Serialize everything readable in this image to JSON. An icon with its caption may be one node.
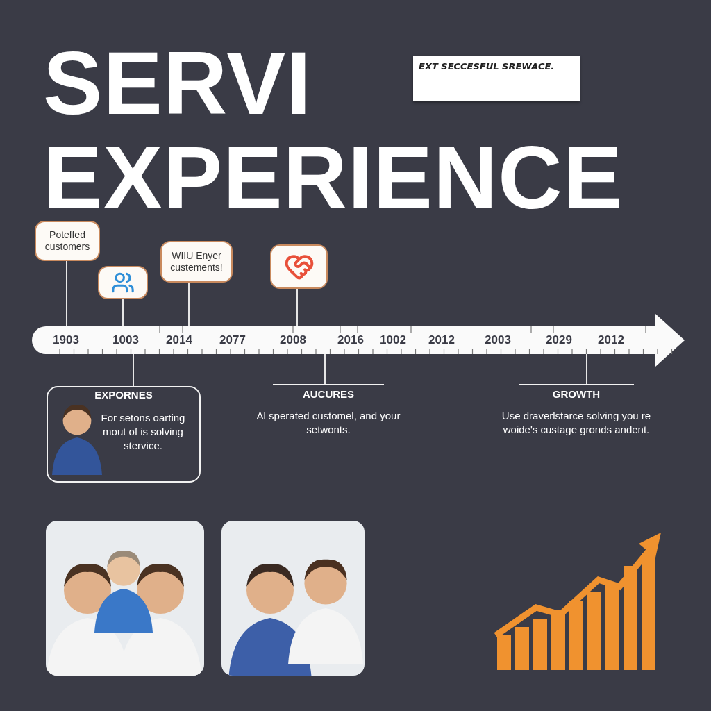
{
  "diagram": {
    "title": "SERVI EXPERIENCE",
    "nodes": [
      {
        "text": [
          "Poteffed customers"
        ]
      },
      {
        "text": [],
        "shape": "picture"
      },
      {
        "text": [
          "WIIU Enyer custements!"
        ]
      },
      {
        "text": [],
        "shape": "picture"
      },
      {
        "text": [
          "1903",
          "1003",
          "2014",
          "2077",
          "2008",
          "2016",
          "1002",
          "2012",
          "2003",
          "2029",
          "2012"
        ]
      },
      {
        "text": [
          "EXPORNES",
          "For setons oarting mout of is solving stervice."
        ]
      },
      {
        "text": [
          "AUCURES",
          "Al sperated customel, and your setwonts."
        ]
      },
      {
        "text": [
          "GROWTH",
          "Use draverlstarce solving you re woide's custage gronds andent."
        ]
      }
    ],
    "edges": [
      {
        "from": 0,
        "to": 4,
        "arrow": "none"
      },
      {
        "from": 1,
        "to": 4,
        "arrow": "none"
      },
      {
        "from": 2,
        "to": 4,
        "arrow": "none"
      },
      {
        "from": 3,
        "to": 4,
        "arrow": "none"
      },
      {
        "from": 4,
        "to": 5,
        "arrow": "none"
      },
      {
        "from": 4,
        "to": 6,
        "arrow": "none"
      },
      {
        "from": 4,
        "to": 7,
        "arrow": "none"
      }
    ],
    "labels": [
      "EXT SECCESFUL SREWACE."
    ]
  }
}
